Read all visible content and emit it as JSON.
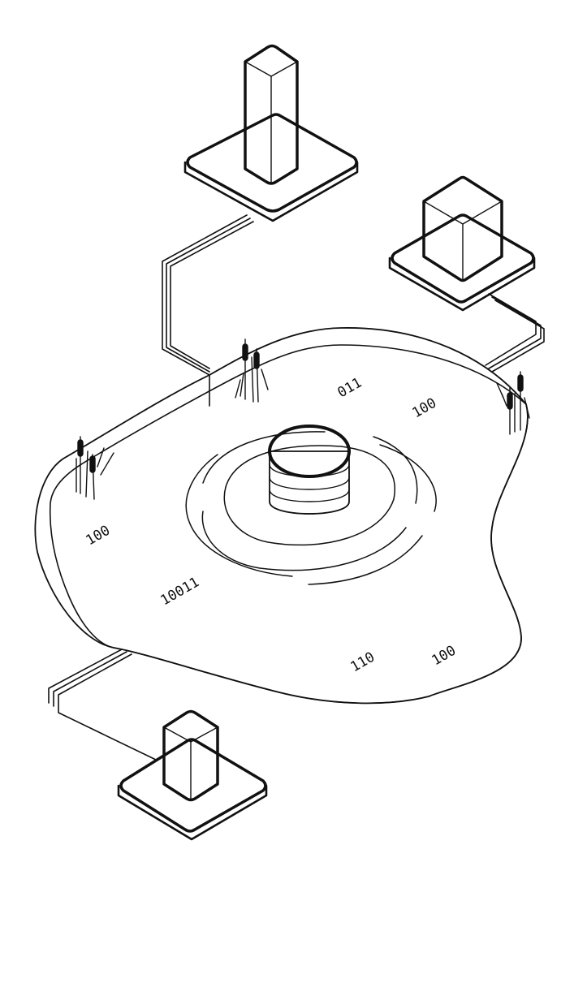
{
  "colors": {
    "outline": "#111111",
    "lake_top": "#e8d0d2",
    "lake_side": "#d4b5b8",
    "platform_top": "#ead3d5",
    "platform_side": "#e3c6c9",
    "red_block": "#b56762",
    "green_block": "#7f8a80",
    "orange_block": "#e3a14d",
    "drum": "#d4b3b6",
    "background": "#ffffff"
  },
  "lake": {
    "labels": [
      "011",
      "100",
      "100",
      "10011",
      "110",
      "100"
    ]
  },
  "towers": [
    {
      "shape": "tall-prism",
      "color": "#b56762"
    },
    {
      "shape": "cube",
      "color": "#7f8a80"
    },
    {
      "shape": "short-prism",
      "color": "#e3a14d"
    }
  ],
  "center": {
    "shape": "stacked-drum",
    "layers": 4,
    "ripple_rings": 3
  },
  "reeds": {
    "clusters": 3,
    "icon": "cattail-icon"
  }
}
